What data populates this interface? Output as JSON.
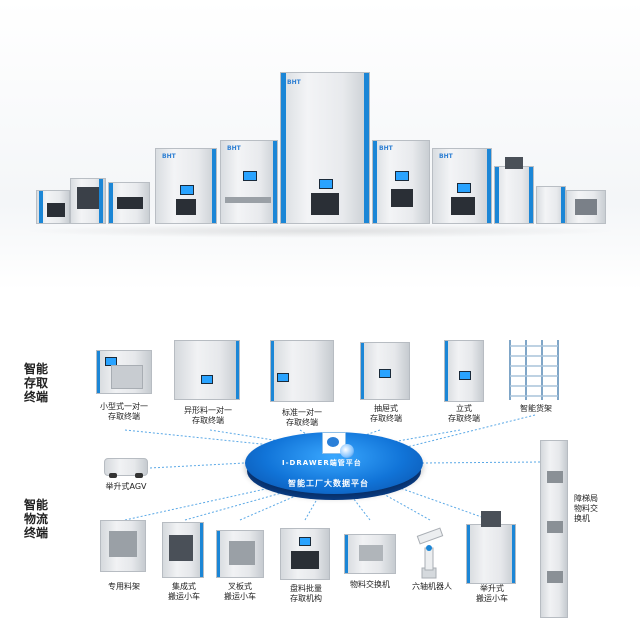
{
  "hero": {
    "brand_logo": "BHT"
  },
  "sections": {
    "storage": "智能\n存取\n终端",
    "logistics": "智能\n物流\n终端"
  },
  "platform": {
    "top_text": "I-DRAWER端管平台",
    "bottom_text": "智能工厂大数据平台"
  },
  "storage_devices": [
    {
      "label": "小型式一对一\n存取终端"
    },
    {
      "label": "异形料一对一\n存取终端"
    },
    {
      "label": "标准一对一\n存取终端"
    },
    {
      "label": "抽屉式\n存取终端"
    },
    {
      "label": "立式\n存取终端"
    },
    {
      "label": "智能货架"
    }
  ],
  "agv": {
    "label": "举升式AGV"
  },
  "exchanger": {
    "label": "障梯局\n物料交\n换机"
  },
  "logistics_devices": [
    {
      "label": "专用料架"
    },
    {
      "label": "集成式\n搬运小车"
    },
    {
      "label": "叉板式\n搬运小车"
    },
    {
      "label": "盘料批量\n存取机构"
    },
    {
      "label": "物料交换机"
    },
    {
      "label": "六轴机器人"
    },
    {
      "label": "举升式\n搬运小车"
    }
  ],
  "colors": {
    "accent": "#1b86d6",
    "platform": "#1174d8",
    "line": "#5aa8e6"
  }
}
